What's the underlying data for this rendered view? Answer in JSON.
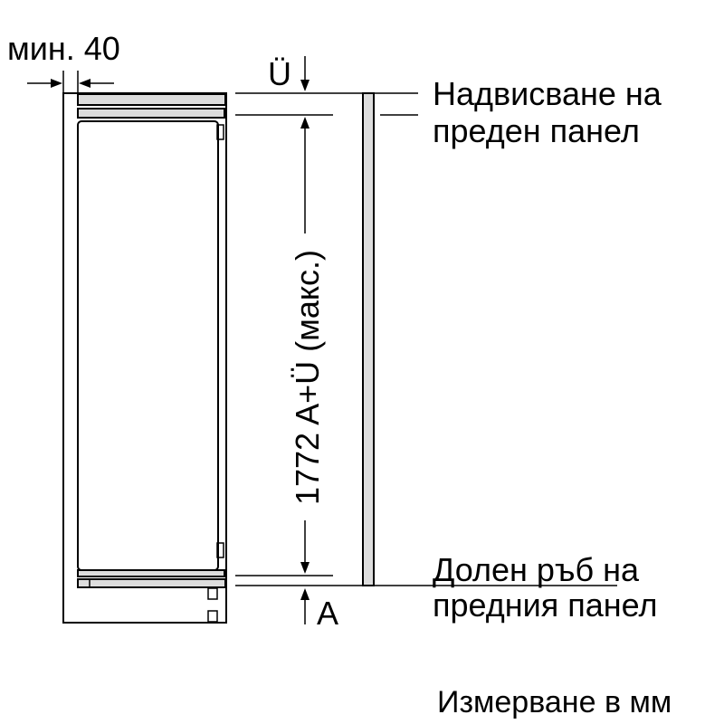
{
  "labels": {
    "min_gap": "мин. 40",
    "overhang_symbol": "Ü",
    "overhang_text_line1": "Надвисване на",
    "overhang_text_line2": "преден панел",
    "height_dimension": "1772 A+Ü (макс.)",
    "bottom_edge_line1": "Долен ръб на",
    "bottom_edge_line2": "предния панел",
    "bottom_symbol": "A",
    "units_note": "Измерване в мм"
  },
  "colors": {
    "line": "#000000",
    "fill_gray": "#dddddd",
    "background": "#ffffff"
  }
}
